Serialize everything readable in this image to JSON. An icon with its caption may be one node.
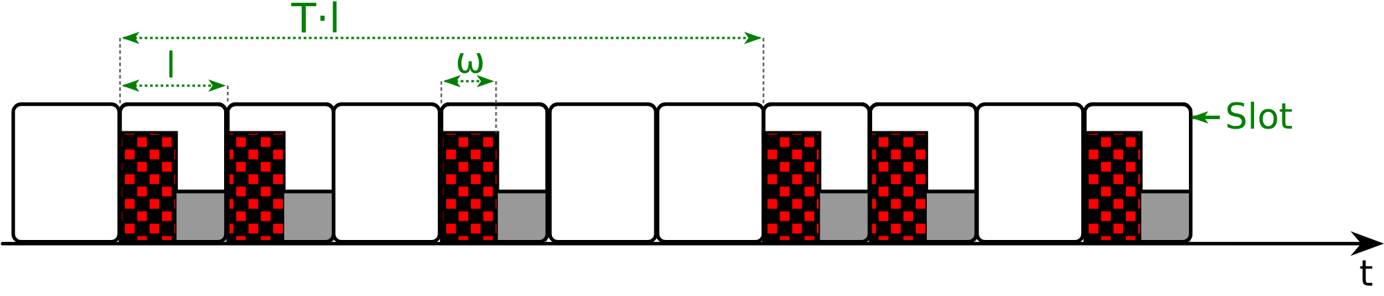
{
  "diagram": {
    "nodes": [
      {
        "text": [],
        "shape": "box"
      },
      {
        "text": [],
        "shape": "box"
      },
      {
        "text": [],
        "shape": "box"
      },
      {
        "text": [],
        "shape": "box"
      },
      {
        "text": [],
        "shape": "box"
      },
      {
        "text": [],
        "shape": "box"
      },
      {
        "text": [],
        "shape": "box"
      },
      {
        "text": [],
        "shape": "box"
      },
      {
        "text": [],
        "shape": "box"
      },
      {
        "text": [],
        "shape": "box"
      },
      {
        "text": [],
        "shape": "box"
      },
      {
        "text": [
          "Slot"
        ]
      }
    ],
    "edges": [
      {
        "from": 11,
        "to": 10,
        "arrow": "to"
      }
    ],
    "labels": [
      "T·l",
      "l",
      "ω",
      "t"
    ]
  }
}
